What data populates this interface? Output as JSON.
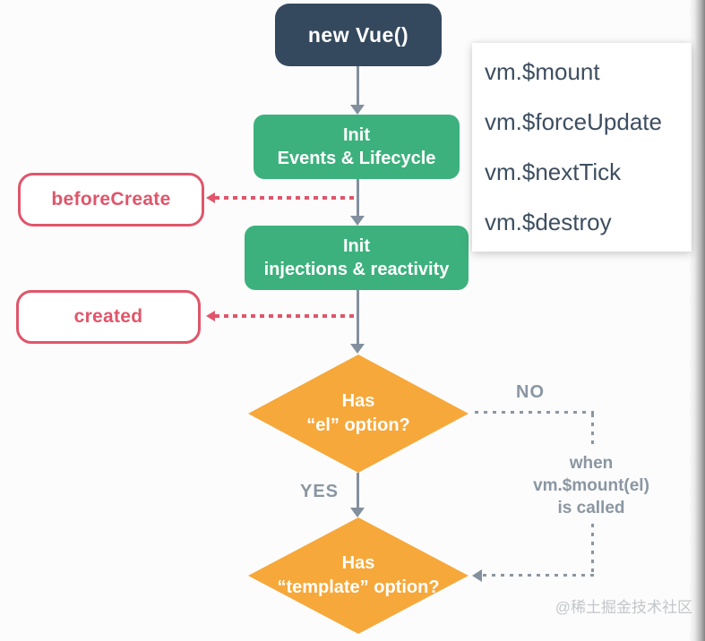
{
  "colors": {
    "navy": "#35495e",
    "green": "#3db17d",
    "orange": "#f6a83b",
    "red": "#e0556a",
    "slate": "#82909e",
    "gray_text": "#8a96a2",
    "panel_text": "#3d4e60",
    "watermark_color": "#c3c6ca"
  },
  "flowchart": {
    "start_label": "new Vue()",
    "init_events": {
      "line1": "Init",
      "line2": "Events & Lifecycle"
    },
    "hook_before_create": "beforeCreate",
    "init_injections": {
      "line1": "Init",
      "line2": "injections & reactivity"
    },
    "hook_created": "created",
    "decision_el": {
      "line1": "Has",
      "line2": "“el” option?"
    },
    "no_label": "NO",
    "yes_label": "YES",
    "mount_note": {
      "line1": "when",
      "line2": "vm.$mount(el)",
      "line3": "is called"
    },
    "decision_template": {
      "line1": "Has",
      "line2": "“template” option?"
    }
  },
  "api_panel": {
    "items": [
      "vm.$mount",
      "vm.$forceUpdate",
      "vm.$nextTick",
      "vm.$destroy"
    ]
  },
  "watermark": "@稀土掘金技术社区"
}
